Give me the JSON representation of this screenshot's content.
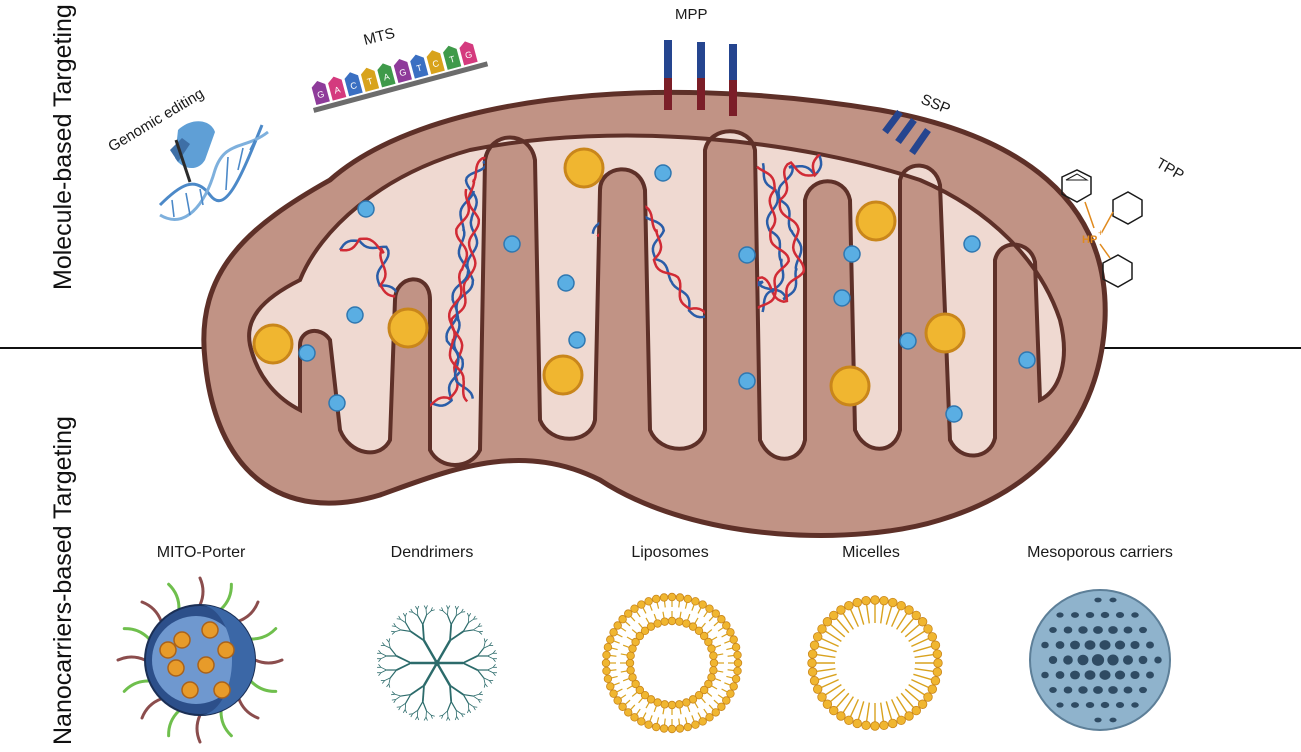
{
  "side_labels": {
    "top": "Molecule-based Targeting",
    "bottom": "Nanocarriers-based Targeting"
  },
  "molecule_labels": {
    "genomic": "Genomic editing",
    "mts": "MTS",
    "mpp": "MPP",
    "ssp": "SSP",
    "tpp": "TPP",
    "tpp_chem": "HP",
    "tpp_charge": "+"
  },
  "mts_letters": [
    "G",
    "A",
    "C",
    "T",
    "A",
    "G",
    "T",
    "C",
    "T",
    "G"
  ],
  "nanocarriers": {
    "mito_porter": "MITO-Porter",
    "dendrimers": "Dendrimers",
    "liposomes": "Liposomes",
    "micelles": "Micelles",
    "mesoporous": "Mesoporous carriers"
  },
  "colors": {
    "outer_membrane": "#c19385",
    "membrane_edge": "#5e3028",
    "matrix": "#efd9d1",
    "granule": "#f0b630",
    "granule_edge": "#c9861b",
    "ion": "#5aaee3",
    "ion_edge": "#2f77b0",
    "dna_red": "#d12b35",
    "dna_blue": "#2a5da8",
    "peptide_blue": "#25458f",
    "peptide_red": "#7b1e28",
    "lipid": "#f0b630",
    "dendrimer": "#2c6b6b",
    "mesoporous_sphere": "#8fb3cc",
    "tpp_accent": "#e08a1e"
  },
  "icons": [
    "dna-helix-icon",
    "pen-hand-icon",
    "mts-peptide-icon",
    "mpp-peptide-icon",
    "ssp-peptide-icon",
    "tpp-molecule-icon"
  ]
}
